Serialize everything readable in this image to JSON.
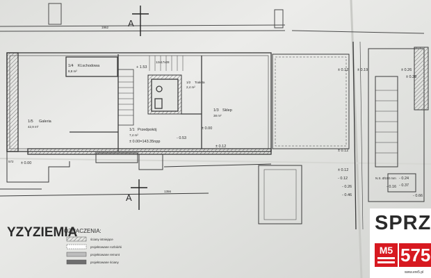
{
  "plan": {
    "section_marker_top": "A",
    "section_marker_bottom": "A",
    "floor_title": "YZYZIEMIA",
    "dim_top": "1962",
    "dim_bottom": "1356",
    "dim_left_bottom": "572",
    "rooms": [
      {
        "number": "1/4",
        "name": "Kl.schodowa",
        "area": "8,8 m²"
      },
      {
        "number": "1/5",
        "name": "Galeria",
        "area": "42,9 m²"
      },
      {
        "number": "1/1",
        "name": "Przedpokój",
        "area": "7,4 m²"
      },
      {
        "number": "1/2",
        "name": "Toaleta",
        "area": "2,4 m²"
      },
      {
        "number": "1/3",
        "name": "Sklep",
        "area": "38 m²"
      }
    ],
    "levels": {
      "entry": "± 0.00=143.35npp",
      "zero_left": "± 0.00",
      "zero_right": "± 0.00",
      "l012a": "± 0.12",
      "l019": "± 0.19",
      "l026": "± 0.26",
      "l012b": "± 0.12",
      "l012c": "± 0.12",
      "l012d": "± 0.12",
      "l026b": "- 0.26",
      "l037": "- 0.37",
      "l046": "- 0.46",
      "l024": "- 0.24",
      "l066": "- 0.66",
      "l012e": "- 0.12",
      "l016": "- 0.16",
      "l028": "± 0.28",
      "l153": "+ 1.53",
      "l153b": "- 0.53"
    },
    "stair_spec": "12x17x28",
    "ns_label": "N.S. Ø150 mm",
    "legend": {
      "title": "OZNACZENIA:",
      "items": [
        "ściany istniejące",
        "projektowane rozbiórki",
        "projektowane remont",
        "projektowane ściany"
      ]
    }
  },
  "badge": {
    "title": "SPRZ",
    "logo": "M5",
    "number": "575",
    "url": "www.ere5.pl"
  },
  "colors": {
    "paper": "#e8e8e5",
    "ink": "#3a3a3a",
    "brand": "#d71920"
  }
}
